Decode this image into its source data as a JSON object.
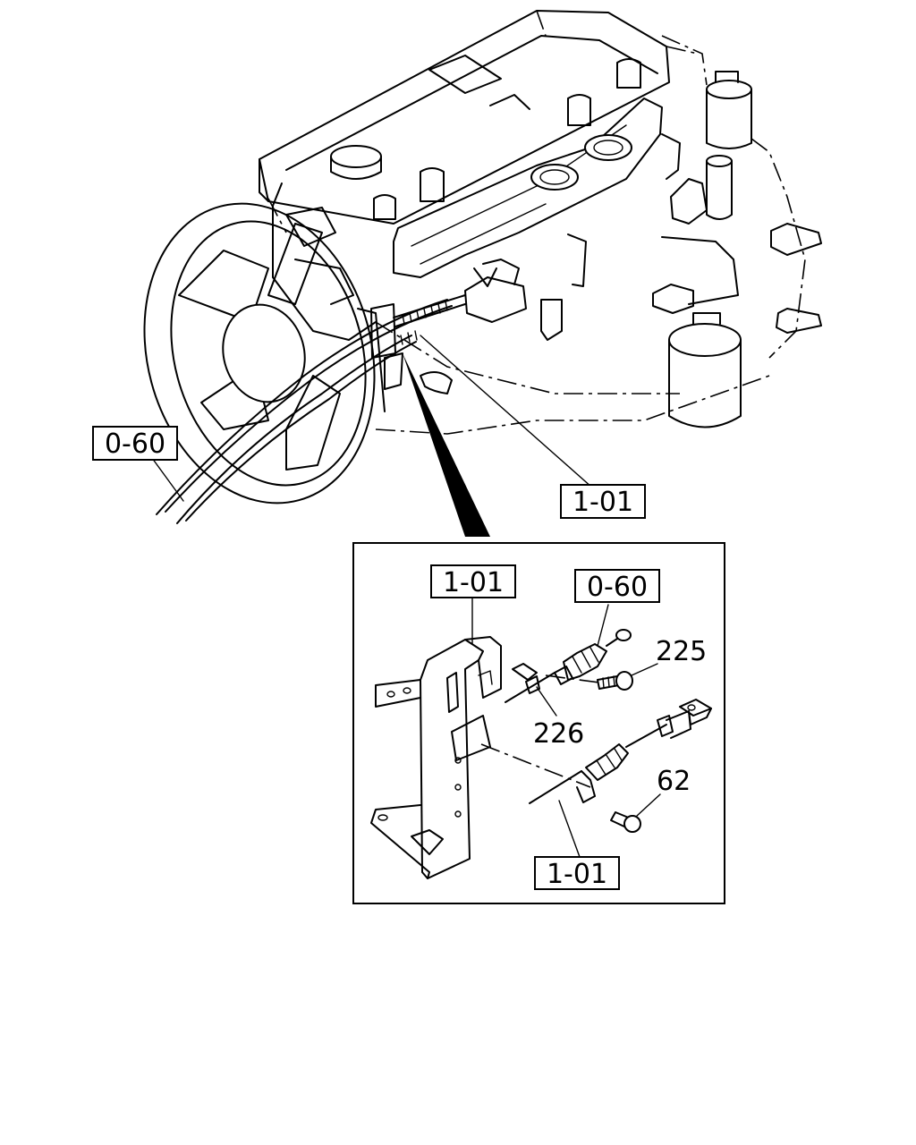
{
  "callouts": {
    "ref_0_60_main": "0-60",
    "ref_1_01_main": "1-01",
    "ref_1_01_detail_top": "1-01",
    "ref_0_60_detail": "0-60",
    "ref_1_01_detail_bottom": "1-01"
  },
  "part_numbers": {
    "p225": "225",
    "p226": "226",
    "p62": "62"
  }
}
